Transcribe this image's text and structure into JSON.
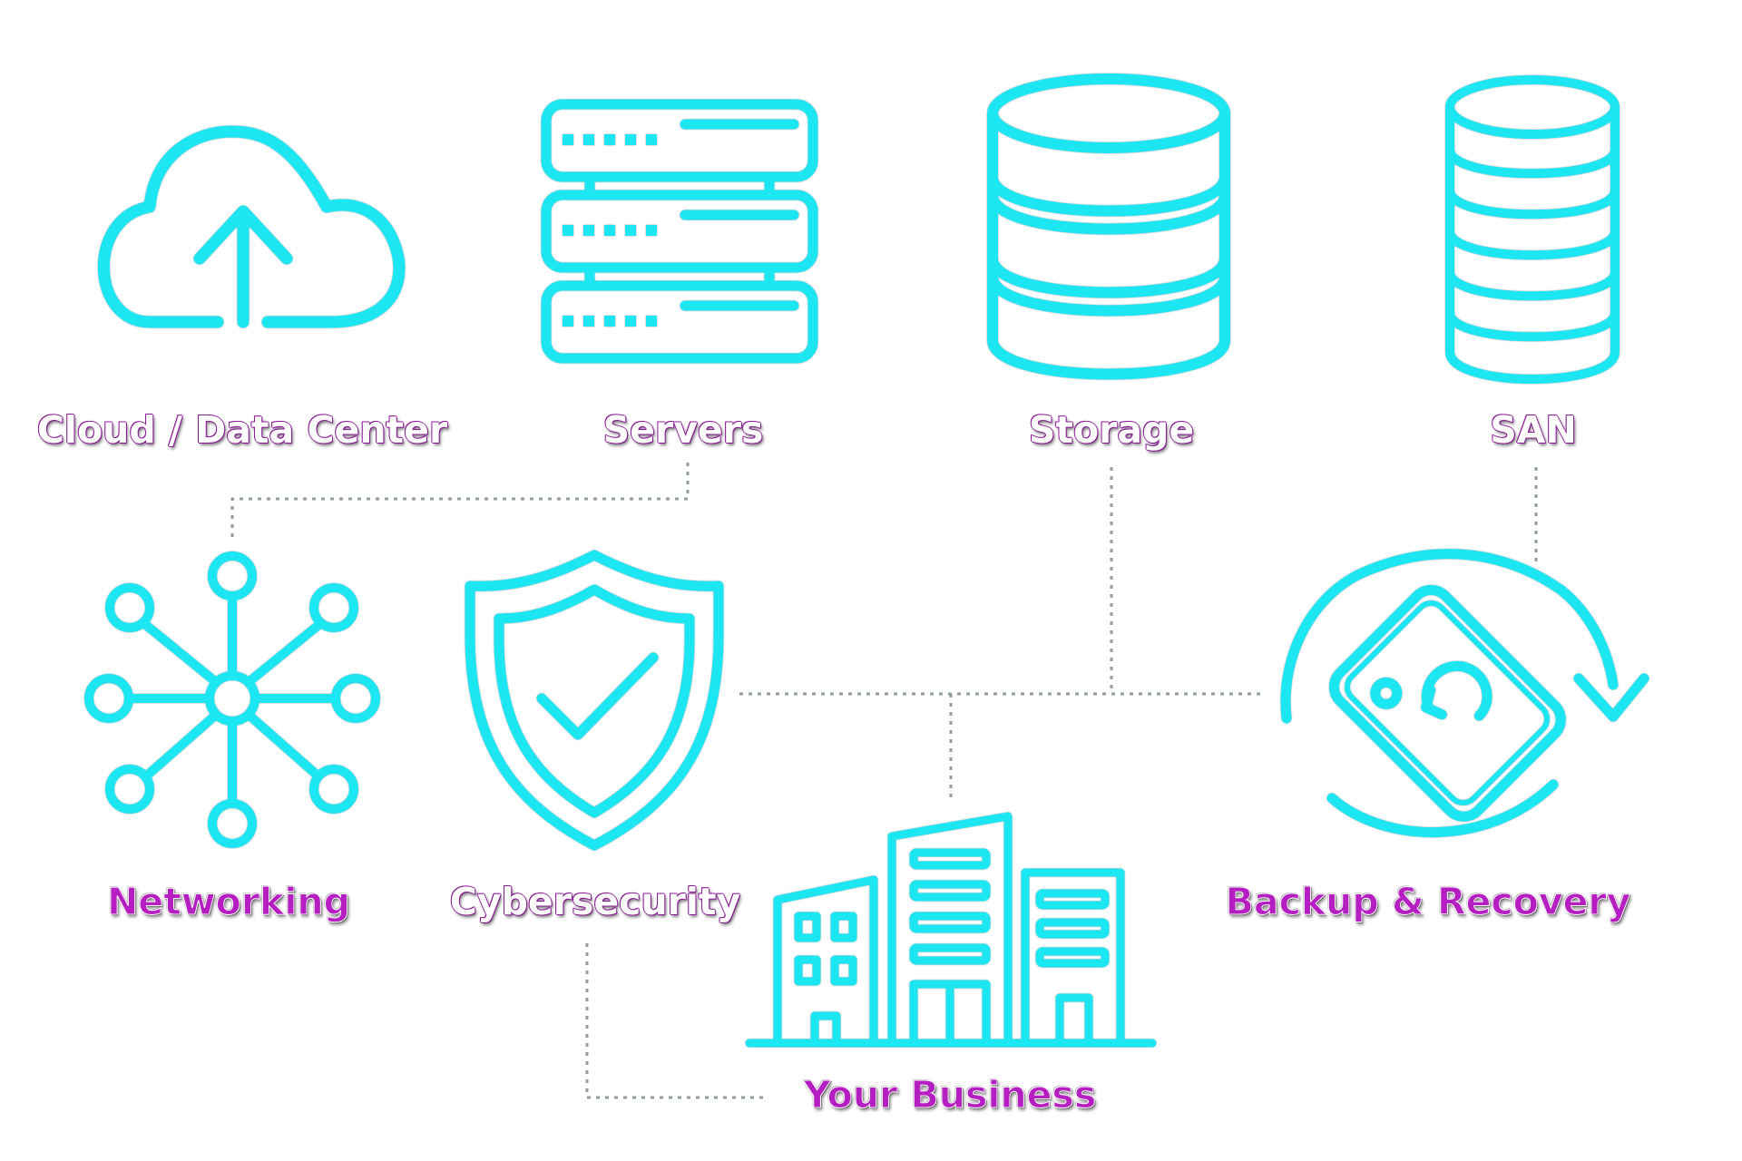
{
  "colors": {
    "icon": "#1ce6f2",
    "icon_outline": "#8a9aa0",
    "connector": "#8f9ea3",
    "label_accent": "#b51fc2"
  },
  "labels": {
    "cloud": "Cloud / Data Center",
    "servers": "Servers",
    "storage": "Storage",
    "san": "SAN",
    "networking": "Networking",
    "cybersecurity": "Cybersecurity",
    "backup": "Backup & Recovery",
    "business": "Your Business"
  },
  "icons": {
    "cloud": "cloud-upload-icon",
    "servers": "server-rack-icon",
    "storage": "database-icon",
    "san": "san-stack-icon",
    "networking": "network-hub-icon",
    "cybersecurity": "shield-check-icon",
    "backup": "backup-recovery-icon",
    "business": "buildings-icon"
  }
}
